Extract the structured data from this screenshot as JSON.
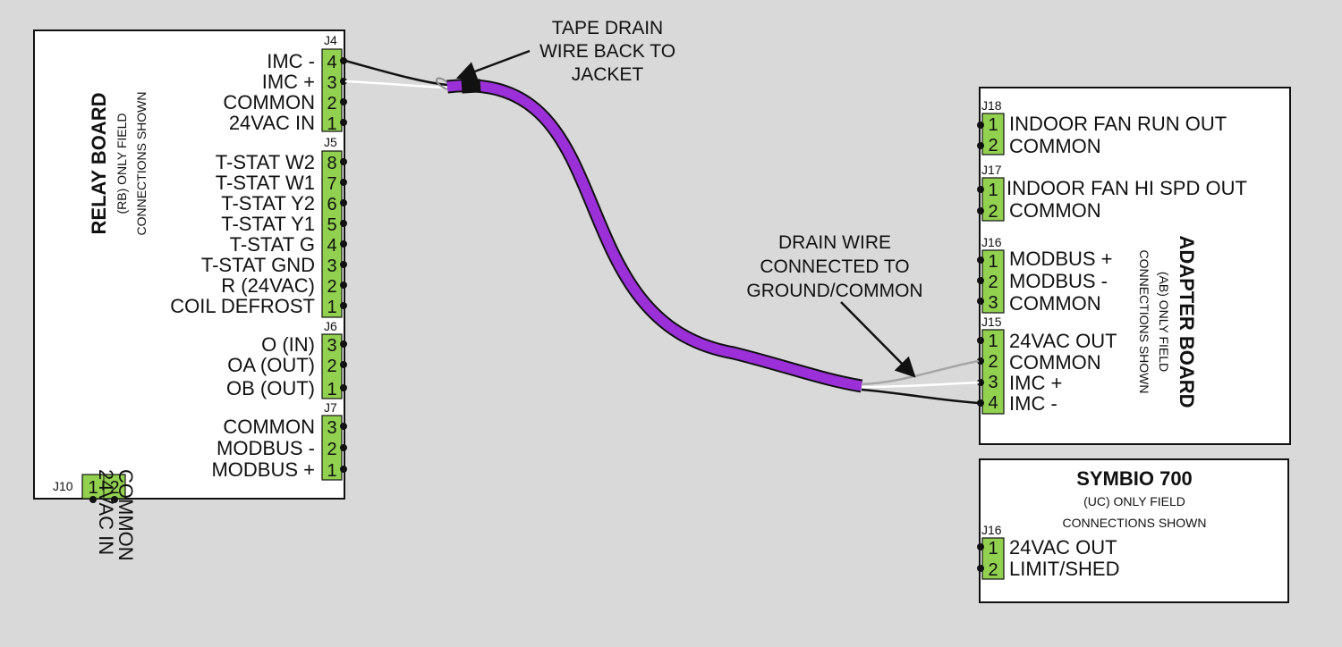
{
  "relay_board": {
    "title": "RELAY BOARD",
    "sub1": "(RB) ONLY FIELD",
    "sub2": "CONNECTIONS SHOWN",
    "connectors": [
      {
        "name": "J4",
        "pins": [
          {
            "num": "4",
            "label": "IMC -"
          },
          {
            "num": "3",
            "label": "IMC +"
          },
          {
            "num": "2",
            "label": "COMMON"
          },
          {
            "num": "1",
            "label": "24VAC IN"
          }
        ]
      },
      {
        "name": "J5",
        "pins": [
          {
            "num": "8",
            "label": "T-STAT W2"
          },
          {
            "num": "7",
            "label": "T-STAT W1"
          },
          {
            "num": "6",
            "label": "T-STAT Y2"
          },
          {
            "num": "5",
            "label": "T-STAT Y1"
          },
          {
            "num": "4",
            "label": "T-STAT G"
          },
          {
            "num": "3",
            "label": "T-STAT GND"
          },
          {
            "num": "2",
            "label": "R (24VAC)"
          },
          {
            "num": "1",
            "label": "COIL DEFROST"
          }
        ]
      },
      {
        "name": "J6",
        "pins": [
          {
            "num": "3",
            "label": "O (IN)"
          },
          {
            "num": "2",
            "label": "OA (OUT)"
          },
          {
            "num": "1",
            "label": "OB (OUT)"
          }
        ]
      },
      {
        "name": "J7",
        "pins": [
          {
            "num": "3",
            "label": "COMMON"
          },
          {
            "num": "2",
            "label": "MODBUS -"
          },
          {
            "num": "1",
            "label": "MODBUS +"
          }
        ]
      }
    ],
    "j10": {
      "name": "J10",
      "pins": [
        {
          "num": "1",
          "label": "24VAC IN"
        },
        {
          "num": "2",
          "label": "COMMON"
        }
      ]
    }
  },
  "adapter_board": {
    "title": "ADAPTER BOARD",
    "sub1": "(AB) ONLY FIELD",
    "sub2": "CONNECTIONS SHOWN",
    "connectors": [
      {
        "name": "J18",
        "pins": [
          {
            "num": "1",
            "label": "INDOOR FAN RUN OUT"
          },
          {
            "num": "2",
            "label": "COMMON"
          }
        ]
      },
      {
        "name": "J17",
        "pins": [
          {
            "num": "1",
            "label": "INDOOR FAN HI SPD OUT"
          },
          {
            "num": "2",
            "label": "COMMON"
          }
        ]
      },
      {
        "name": "J16",
        "pins": [
          {
            "num": "1",
            "label": "MODBUS +"
          },
          {
            "num": "2",
            "label": "MODBUS -"
          },
          {
            "num": "3",
            "label": "COMMON"
          }
        ]
      },
      {
        "name": "J15",
        "pins": [
          {
            "num": "1",
            "label": "24VAC OUT"
          },
          {
            "num": "2",
            "label": "COMMON"
          },
          {
            "num": "3",
            "label": "IMC +"
          },
          {
            "num": "4",
            "label": "IMC -"
          }
        ]
      }
    ]
  },
  "symbio": {
    "title": "SYMBIO 700",
    "sub1": "(UC) ONLY FIELD",
    "sub2": "CONNECTIONS SHOWN",
    "connector": {
      "name": "J16",
      "pins": [
        {
          "num": "1",
          "label": "24VAC OUT"
        },
        {
          "num": "2",
          "label": "LIMIT/SHED"
        }
      ]
    }
  },
  "notes": {
    "tape": [
      "TAPE DRAIN",
      "WIRE BACK TO",
      "JACKET"
    ],
    "drain": [
      "DRAIN WIRE",
      "CONNECTED TO",
      "GROUND/COMMON"
    ]
  },
  "colors": {
    "background": "#d9d9d9",
    "terminal": "#92d050",
    "cable_jacket": "#9b30d9",
    "wire_white": "#ffffff",
    "wire_black": "#111111",
    "wire_drain": "#a6a6a6"
  }
}
